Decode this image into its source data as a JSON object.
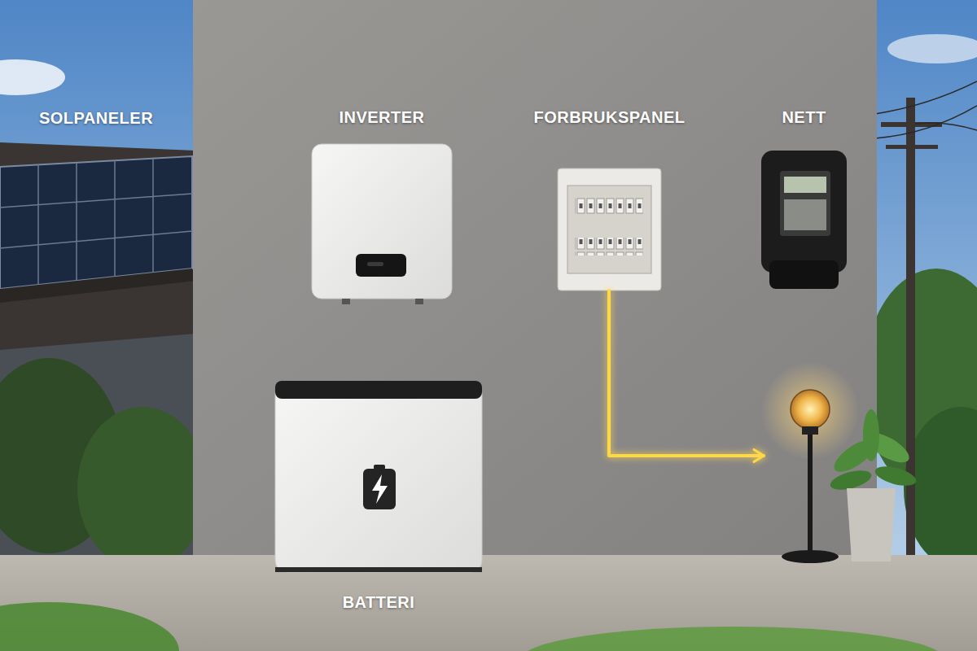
{
  "diagram": {
    "nodes": [
      {
        "text": [
          "SOLPANELER"
        ]
      },
      {
        "text": [
          "INVERTER"
        ]
      },
      {
        "text": [
          "FORBRUKSPANEL"
        ]
      },
      {
        "text": [
          "NETT"
        ]
      },
      {
        "text": [
          "BATTERI"
        ]
      }
    ],
    "edges": [
      {
        "from": 0,
        "to": 1,
        "arrow": "to"
      },
      {
        "from": 1,
        "to": 2,
        "arrow": "to"
      },
      {
        "from": 2,
        "to": 3,
        "arrow": "both"
      },
      {
        "from": 4,
        "to": 1,
        "arrow": "to"
      },
      {
        "from": 1,
        "to": 4,
        "arrow": "to"
      }
    ]
  }
}
